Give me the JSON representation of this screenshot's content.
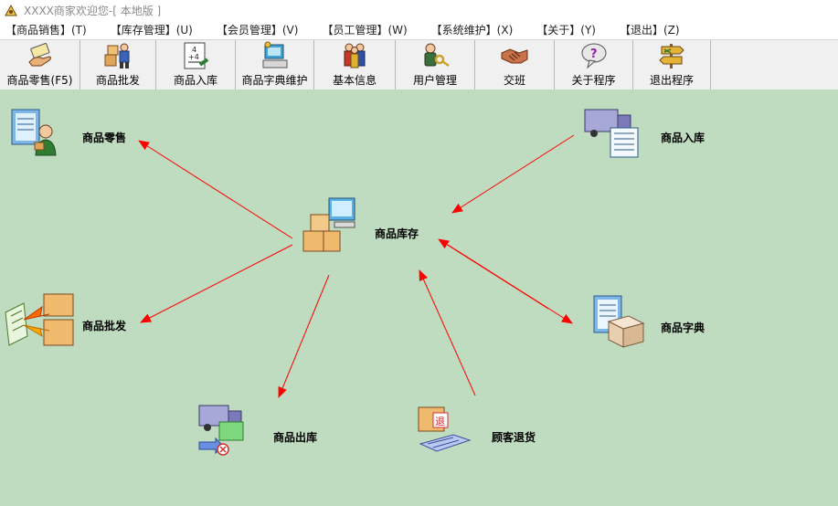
{
  "window": {
    "title": "XXXX商家欢迎您-[ 本地版 ]"
  },
  "menubar": [
    "【商品销售】(T)",
    "【库存管理】(U)",
    "【会员管理】(V)",
    "【员工管理】(W)",
    "【系统维护】(X)",
    "【关于】(Y)",
    "【退出】(Z)"
  ],
  "toolbar": [
    {
      "label": "商品零售(F5)",
      "icon": "hand-cash-icon"
    },
    {
      "label": "商品批发",
      "icon": "boxes-worker-icon"
    },
    {
      "label": "商品入库",
      "icon": "calculator-sheet-icon"
    },
    {
      "label": "商品字典维护",
      "icon": "dictionary-computer-icon"
    },
    {
      "label": "基本信息",
      "icon": "people-group-icon"
    },
    {
      "label": "用户管理",
      "icon": "user-key-icon"
    },
    {
      "label": "交班",
      "icon": "handshake-icon"
    },
    {
      "label": "关于程序",
      "icon": "help-question-icon"
    },
    {
      "label": "退出程序",
      "icon": "exit-sign-icon"
    }
  ],
  "diagram": {
    "nodes": {
      "retail": {
        "label": "商品零售",
        "icon": "cashier-icon"
      },
      "wholesale": {
        "label": "商品批发",
        "icon": "wholesale-boxes-icon"
      },
      "stock_in": {
        "label": "商品入库",
        "icon": "truck-document-icon"
      },
      "inventory": {
        "label": "商品库存",
        "icon": "inventory-computer-icon"
      },
      "dictionary": {
        "label": "商品字典",
        "icon": "dictionary-box-icon"
      },
      "stock_out": {
        "label": "商品出库",
        "icon": "truck-outbound-icon"
      },
      "customer_return": {
        "label": "顾客退货",
        "icon": "return-box-icon"
      }
    },
    "edges": [
      {
        "from": "inventory",
        "to": "retail"
      },
      {
        "from": "inventory",
        "to": "wholesale"
      },
      {
        "from": "inventory",
        "to": "stock_out"
      },
      {
        "from": "stock_in",
        "to": "inventory"
      },
      {
        "from": "customer_return",
        "to": "inventory"
      },
      {
        "from": "inventory",
        "to": "dictionary"
      },
      {
        "from": "dictionary",
        "to": "inventory"
      }
    ],
    "colors": {
      "arrow": "#ff0000",
      "background": "#c0dcc0"
    }
  }
}
